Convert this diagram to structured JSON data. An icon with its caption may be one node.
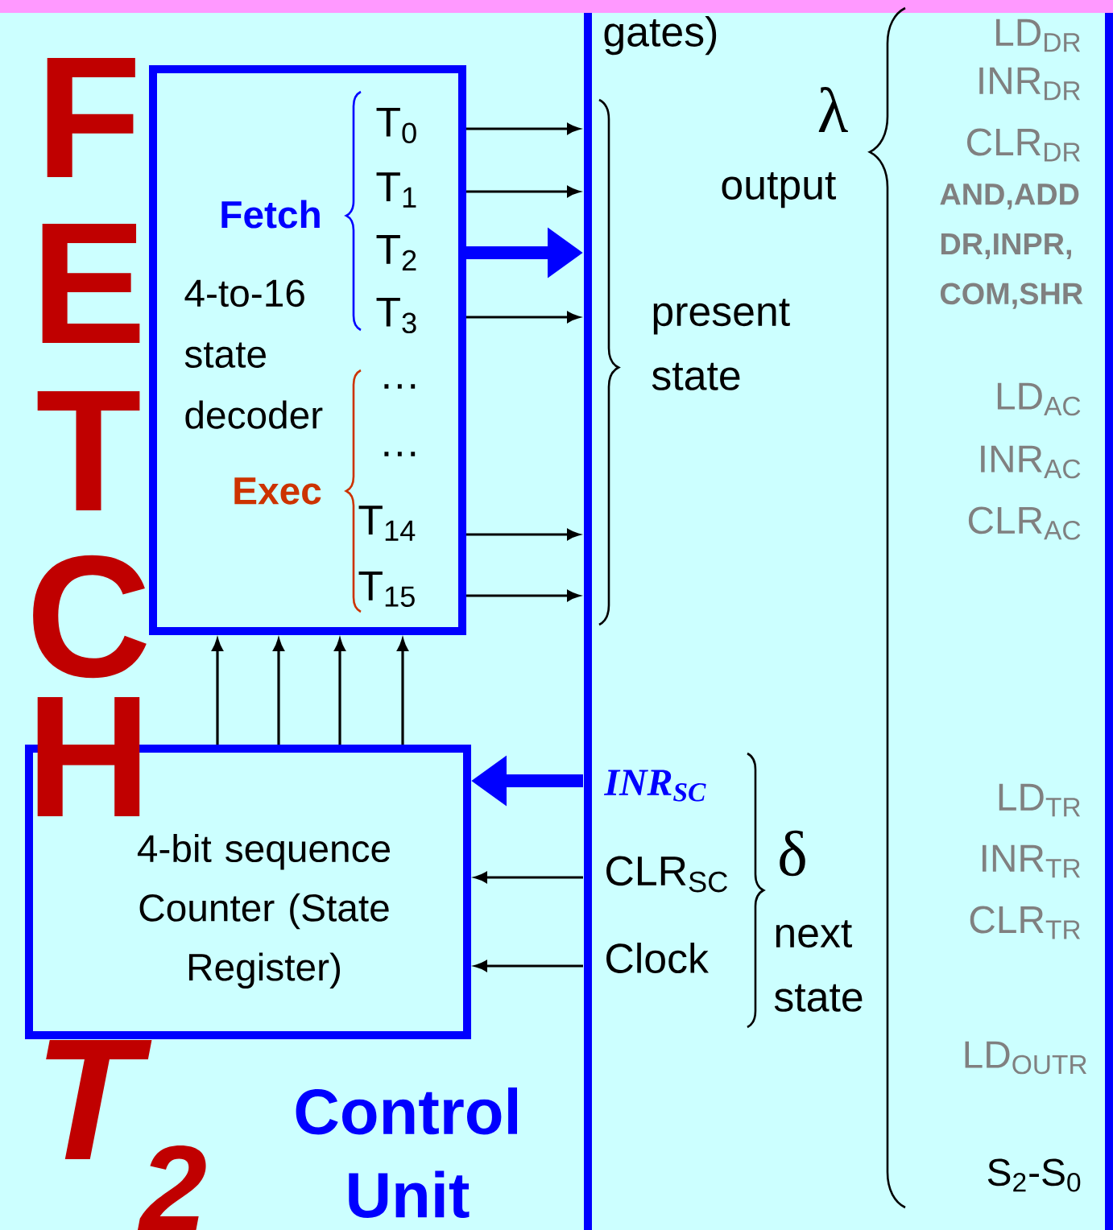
{
  "diagram": {
    "nodes": [
      {
        "text": [
          "Fetch",
          "4-to-16 state decoder",
          "Exec"
        ]
      },
      {
        "text": [
          "4-bit sequence Counter (State Register)"
        ]
      }
    ],
    "edges": [
      {
        "from": 1,
        "to": 0,
        "arrow": "to"
      },
      {
        "from": 1,
        "to": 0,
        "arrow": "to"
      },
      {
        "from": 1,
        "to": 0,
        "arrow": "to"
      },
      {
        "from": 1,
        "to": 0,
        "arrow": "to"
      },
      {
        "from": 0,
        "to": null,
        "arrow": "to"
      },
      {
        "from": 0,
        "to": null,
        "arrow": "to"
      },
      {
        "from": 0,
        "to": null,
        "arrow": "to",
        "style": "thick",
        "color": "#0000ff"
      },
      {
        "from": 0,
        "to": null,
        "arrow": "to"
      },
      {
        "from": 0,
        "to": null,
        "arrow": "to"
      },
      {
        "from": 0,
        "to": null,
        "arrow": "to"
      },
      {
        "from": null,
        "to": 1,
        "arrow": "to",
        "style": "thick",
        "color": "#0000ff"
      },
      {
        "from": null,
        "to": 1,
        "arrow": "to"
      },
      {
        "from": null,
        "to": 1,
        "arrow": "to"
      }
    ],
    "labels": [
      "F",
      "E",
      "T",
      "C",
      "H",
      "T$_{2}$",
      "Control Unit",
      "T$_{0}$",
      "T$_{1}$",
      "T$_{2}$",
      "T$_{3}$",
      "…",
      "…",
      "T$_{14}$",
      "T$_{15}$",
      "gates)",
      "λ",
      "output",
      "present state",
      "LD$_{DR}$",
      "INR$_{DR}$",
      "CLR$_{DR}$",
      "AND,ADD DR,INPR, COM,SHR",
      "LD$_{AC}$",
      "INR$_{AC}$",
      "CLR$_{AC}$",
      "INR$_{SC}$",
      "CLR$_{SC}$",
      "Clock",
      "δ",
      "next state",
      "LD$_{TR}$",
      "INR$_{TR}$",
      "CLR$_{TR}$",
      "LD$_{OUTR}$",
      "S$_{2}$-S$_{0}$"
    ]
  }
}
